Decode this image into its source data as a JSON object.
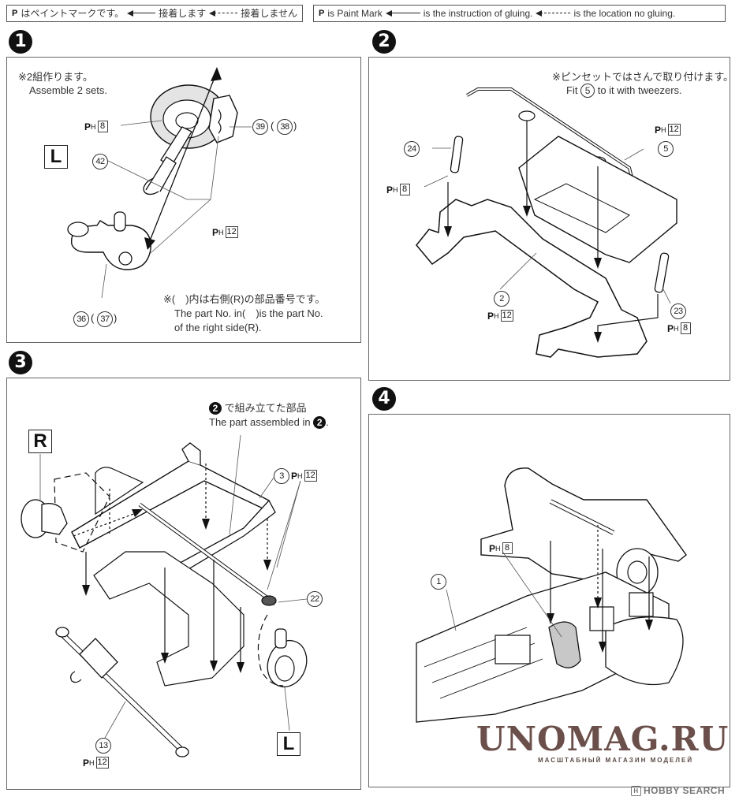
{
  "legend_jp": {
    "paint_symbol": "P",
    "paint_text": "はペイントマークです。",
    "glue_text": "接着します",
    "noglue_text": "接着しません"
  },
  "legend_en": {
    "paint_symbol": "P",
    "paint_text": "is Paint Mark",
    "glue_text": "is the instruction of gluing.",
    "noglue_text": "is the location no gluing."
  },
  "steps": [
    {
      "number": "1",
      "note_jp": "※2組作ります。",
      "note_en": "Assemble 2 sets.",
      "side_label": "L",
      "footnote_jp": "※(　)内は右側(R)の部品番号です。",
      "footnote_en_1": "The part No. in(　)is the part No.",
      "footnote_en_2": "of the right side(R).",
      "footnote_side": "R",
      "parts": [
        {
          "id": "39",
          "alt": "38"
        },
        {
          "id": "42"
        },
        {
          "id": "36",
          "alt": "37"
        }
      ],
      "paints": [
        {
          "code": "H",
          "number": "8"
        },
        {
          "code": "H",
          "number": "12"
        }
      ]
    },
    {
      "number": "2",
      "note_jp": "※ピンセットではさんで取り付けます。",
      "note_en_pre": "Fit",
      "note_en_part": "5",
      "note_en_post": "to it with tweezers.",
      "parts": [
        {
          "id": "24"
        },
        {
          "id": "5"
        },
        {
          "id": "2"
        },
        {
          "id": "23"
        }
      ],
      "paints": [
        {
          "code": "H",
          "number": "12",
          "for": "5"
        },
        {
          "code": "H",
          "number": "8",
          "for": "24"
        },
        {
          "code": "H",
          "number": "12",
          "for": "2"
        },
        {
          "code": "H",
          "number": "8",
          "for": "23"
        }
      ]
    },
    {
      "number": "3",
      "note_jp": "で組み立てた部品",
      "note_en": "The part assembled in",
      "note_ref_step": "2",
      "side_labels": [
        "R",
        "L"
      ],
      "parts": [
        {
          "id": "3"
        },
        {
          "id": "22"
        },
        {
          "id": "13"
        }
      ],
      "paints": [
        {
          "code": "H",
          "number": "12",
          "for": "3"
        },
        {
          "code": "H",
          "number": "12",
          "for": "13"
        }
      ]
    },
    {
      "number": "4",
      "parts": [
        {
          "id": "1"
        }
      ],
      "paints": [
        {
          "code": "H",
          "number": "8"
        }
      ]
    }
  ],
  "watermark": {
    "title": "UNOMAG.RU",
    "subtitle": "МАСШТАБНЫЙ МАГАЗИН МОДЕЛЕЙ",
    "color": "#6b4f4a"
  },
  "credit": {
    "logo": "H",
    "text": "HOBBY SEARCH"
  }
}
